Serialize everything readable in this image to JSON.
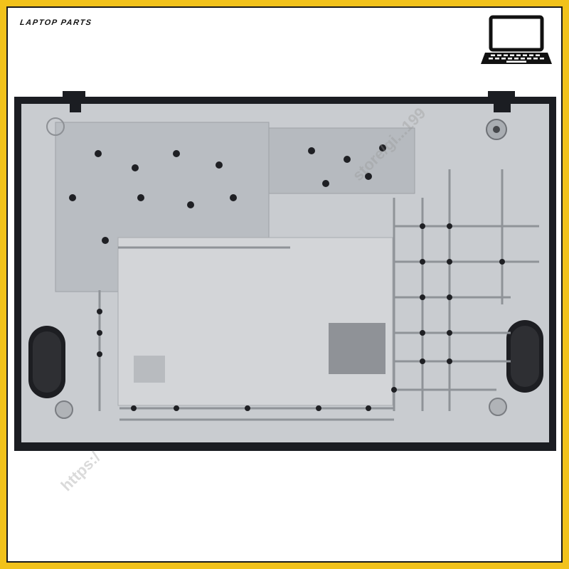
{
  "brand": {
    "label": "LAPTOP PARTS"
  },
  "logo": {
    "icon": "laptop-icon",
    "color": "#111111"
  },
  "colors": {
    "frame": "#f2c21b",
    "case_edge": "#1b1d22",
    "case_metal": "#c9ccd0"
  },
  "watermark": {
    "text_a": "store/gi...199",
    "text_b": "https:/"
  },
  "photo": {
    "subject": "laptop-bottom-case-inner-view"
  }
}
